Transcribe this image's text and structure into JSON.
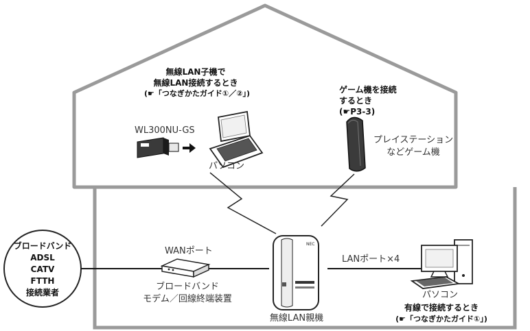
{
  "diagram": {
    "upstairs": {
      "wifi_usb": {
        "title_line1": "無線LAN子機で",
        "title_line2": "無線LAN接続するとき",
        "ref": "(☛「つなぎかたガイド①／②」)",
        "adapter_label": "WL300NU-GS",
        "pc_label": "パソコン"
      },
      "game": {
        "title_line1": "ゲーム機を接続",
        "title_line2": "するとき",
        "ref": "(☛P3-3)",
        "device_line1": "プレイステーション",
        "device_line2": "などゲーム機"
      }
    },
    "isp": {
      "line1": "ブロードバンド",
      "line2": "ADSL",
      "line3": "CATV",
      "line4": "FTTH",
      "line5": "接続業者"
    },
    "modem": {
      "port_label": "WANポート",
      "line1": "ブロードバンド",
      "line2": "モデム／回線終端装置"
    },
    "router": {
      "label": "無線LAN親機",
      "brand": "NEC"
    },
    "lan": {
      "port_label": "LANポート×4",
      "pc_label": "パソコン",
      "title": "有線で接続するとき",
      "ref": "(☛「つなぎかたガイド①」)"
    }
  },
  "colors": {
    "house_outline": "#9a9a9a",
    "line": "#1a1a1a",
    "device_dark": "#333333"
  }
}
